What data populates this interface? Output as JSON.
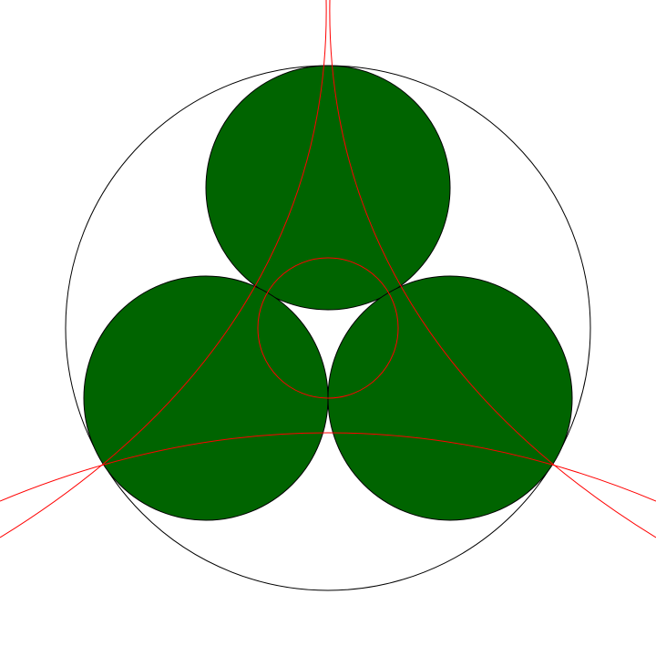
{
  "colors": {
    "background": "#ffffff",
    "disk_fill": "#006400",
    "disk_stroke": "#000000",
    "outer_circle_stroke": "#000000",
    "construction_stroke": "#ff0000"
  },
  "shapes": {
    "outer_circle": "bounding-circle",
    "disks": [
      "top-disk",
      "lower-left-disk",
      "lower-right-disk"
    ],
    "inner_circle": "inner-tangent-circle",
    "arcs": [
      "arc-top-left",
      "arc-top-right",
      "arc-bottom"
    ]
  }
}
